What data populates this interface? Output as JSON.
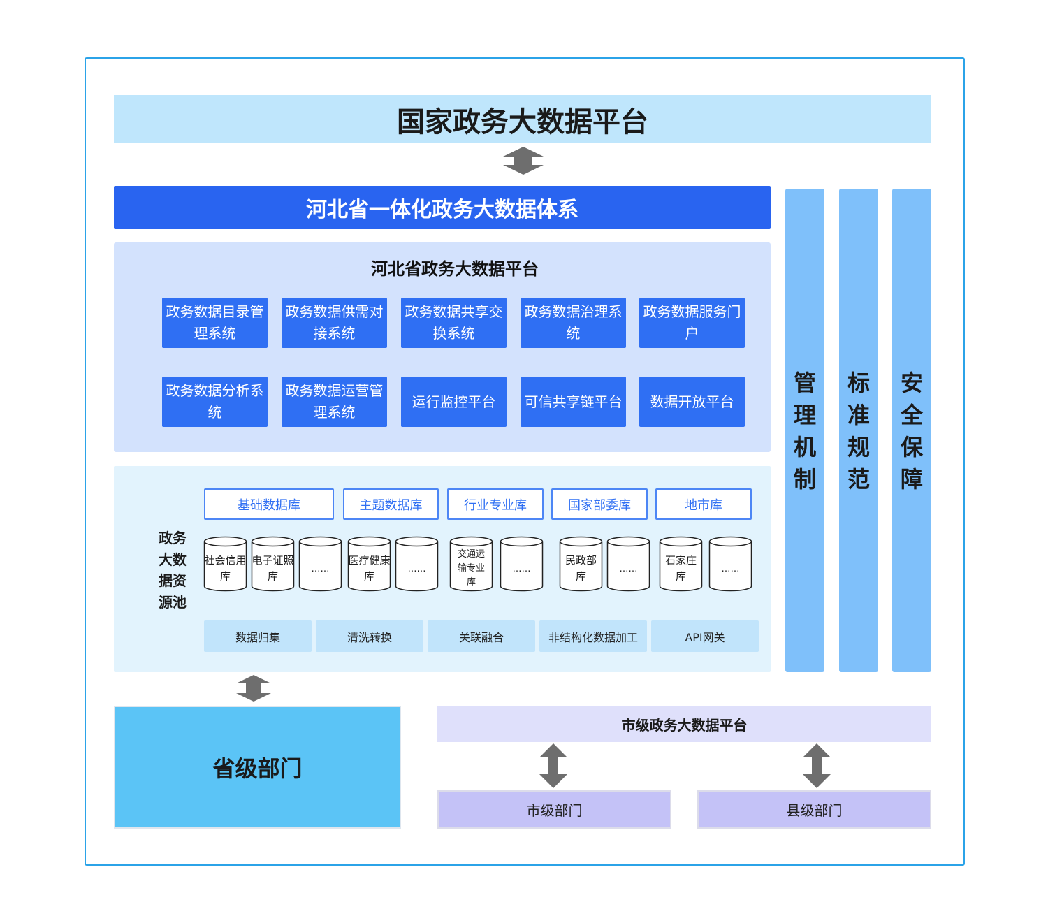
{
  "national_platform": "国家政务大数据平台",
  "hebei_system": "河北省一体化政务大数据体系",
  "hebei_platform": {
    "title": "河北省政务大数据平台",
    "systems": [
      "政务数据目录管理系统",
      "政务数据供需对接系统",
      "政务数据共享交换系统",
      "政务数据治理系统",
      "政务数据服务门户",
      "政务数据分析系统",
      "政务数据运营管理系统",
      "运行监控平台",
      "可信共享链平台",
      "数据开放平台"
    ]
  },
  "data_pool": {
    "label": "政务大数据资源池",
    "categories": [
      "基础数据库",
      "主题数据库",
      "行业专业库",
      "国家部委库",
      "地市库"
    ],
    "databases": [
      "社会信用库",
      "电子证照库",
      "……",
      "医疗健康库",
      "……",
      "交通运输专业库",
      "……",
      "民政部库",
      "……",
      "石家庄库",
      "……"
    ],
    "processes": [
      "数据归集",
      "清洗转换",
      "关联融合",
      "非结构化数据加工",
      "API网关"
    ]
  },
  "pillars": [
    "管理机制",
    "标准规范",
    "安全保障"
  ],
  "provincial_dept": "省级部门",
  "city_platform": "市级政务大数据平台",
  "city_dept": "市级部门",
  "county_dept": "县级部门",
  "colors": {
    "frame": "#2ba3e8",
    "national": "#bfe6fc",
    "hebei_system": "#2964f0",
    "platform_area": "#d3e2fd",
    "system_box": "#2f6ff3",
    "pool_area": "#e2f3fd",
    "process_box": "#c1e4fb",
    "pillar": "#7fc0fa",
    "provincial": "#5bc4f6",
    "city_platform": "#dfe0fb",
    "dept": "#c4c2f7",
    "arrow": "#6e6e6e"
  }
}
